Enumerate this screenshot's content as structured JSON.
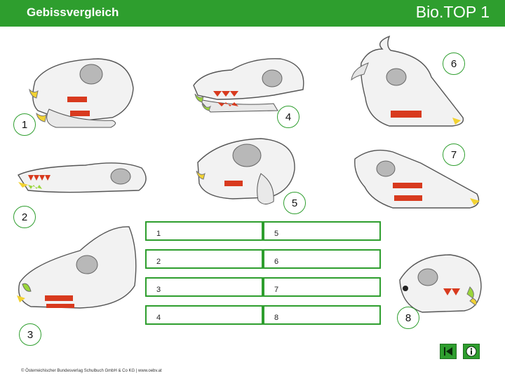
{
  "header": {
    "title": "Gebissvergleich",
    "brand": "Bio.TOP 1"
  },
  "skull_labels": [
    "1",
    "2",
    "3",
    "4",
    "5",
    "6",
    "7",
    "8"
  ],
  "answers": {
    "left": [
      "1",
      "2",
      "3",
      "4"
    ],
    "right": [
      "5",
      "6",
      "7",
      "8"
    ]
  },
  "footer": {
    "copyright": "© Österreichischer Bundesverlag Schulbuch GmbH & Co KG | www.oebv.at"
  },
  "colors": {
    "accent": "#2e9e2e",
    "incisor": "#f2d232",
    "canine": "#9ad63a",
    "molar": "#d83a1e"
  },
  "icons": {
    "back": "back-icon",
    "info": "info-icon"
  }
}
